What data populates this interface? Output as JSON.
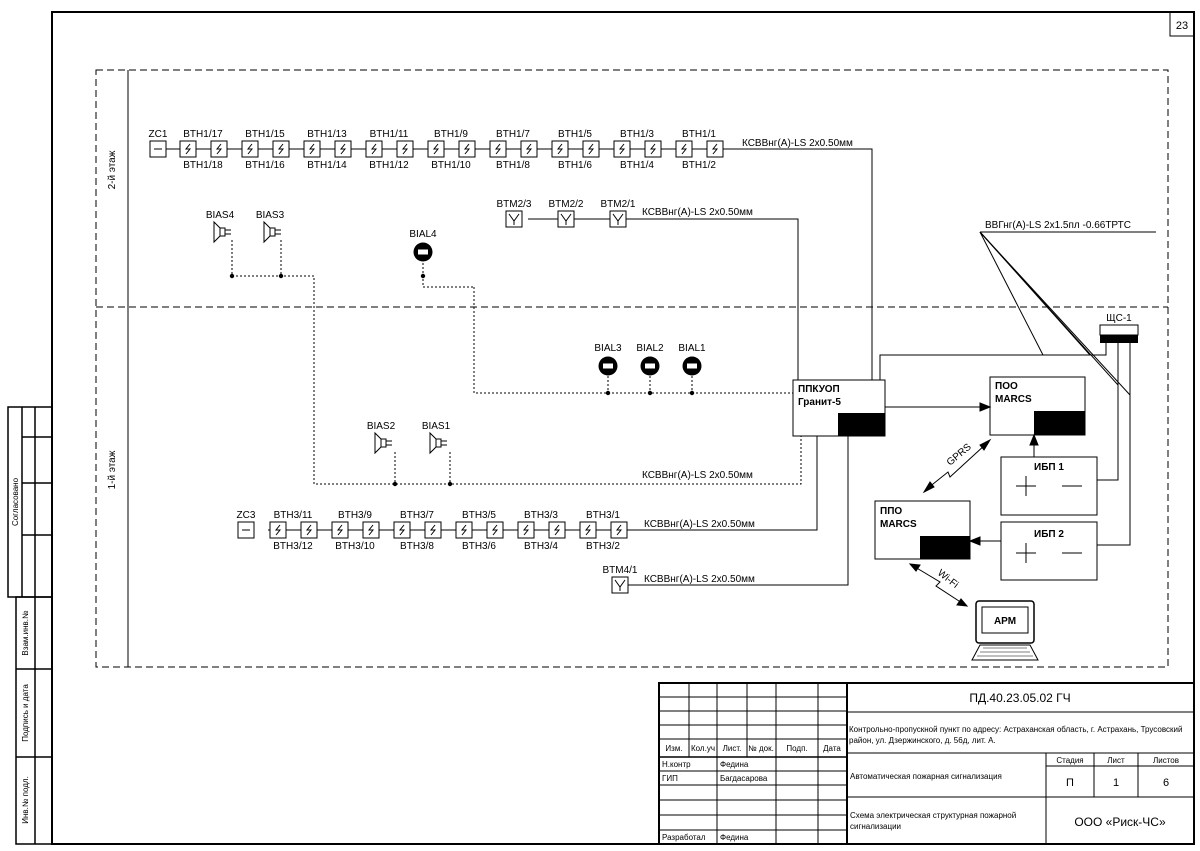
{
  "sheet_number": "23",
  "side_stamp": {
    "agreed": "Согласовано",
    "inv_replaced": "Взам.инв.№",
    "sign_date": "Подпись и дата",
    "inv_orig": "Инв.№ подл."
  },
  "floors": {
    "floor2": "2-й этаж",
    "floor1": "1-й этаж"
  },
  "devices": {
    "zc1": "ZC1",
    "zc3": "ZC3",
    "bth1_top": [
      "BTH1/17",
      "BTH1/15",
      "BTH1/13",
      "BTH1/11",
      "BTH1/9",
      "BTH1/7",
      "BTH1/5",
      "BTH1/3",
      "BTH1/1"
    ],
    "bth1_bottom": [
      "BTH1/18",
      "BTH1/16",
      "BTH1/14",
      "BTH1/12",
      "BTH1/10",
      "BTH1/8",
      "BTH1/6",
      "BTH1/4",
      "BTH1/2"
    ],
    "btm2": [
      "BTM2/3",
      "BTM2/2",
      "BTM2/1"
    ],
    "bias_top": [
      "BIAS4",
      "BIAS3"
    ],
    "bial4": "BIAL4",
    "bial_row": [
      "BIAL3",
      "BIAL2",
      "BIAL1"
    ],
    "bias_bottom": [
      "BIAS2",
      "BIAS1"
    ],
    "bth3_top": [
      "BTH3/11",
      "BTH3/9",
      "BTH3/7",
      "BTH3/5",
      "BTH3/3",
      "BTH3/1"
    ],
    "bth3_bottom": [
      "BTH3/12",
      "BTH3/10",
      "BTH3/8",
      "BTH3/6",
      "BTH3/4",
      "BTH3/2"
    ],
    "btm4": "BTM4/1"
  },
  "cables": {
    "signal": "КСВВнг(А)-LS 2х0.50мм",
    "power": "ВВГнг(А)-LS 2х1.5пл -0.66ТРТС"
  },
  "equipment": {
    "ppkuop_line1": "ППКУОП",
    "ppkuop_line2": "Гранит-5",
    "poo_line1": "ПОО",
    "poo_line2": "MARCS",
    "ppo_line1": "ППО",
    "ppo_line2": "MARCS",
    "ups1": "ИБП 1",
    "ups2": "ИБП 2",
    "arm": "АРМ",
    "shs": "ЩС-1",
    "gprs": "GPRS",
    "wifi": "Wi-Fi"
  },
  "title_block": {
    "doc_code": "ПД.40.23.05.02 ГЧ",
    "object_line1": "Контрольно-пропускной пункт по адресу: Астраханская область, г. Астрахань, Трусовский",
    "object_line2": "район, ул. Дзержинского, д. 56д, лит. А.",
    "system": "Автоматическая пожарная сигнализация",
    "drawing_line1": "Схема электрическая структурная пожарной",
    "drawing_line2": "сигнализации",
    "company": "ООО «Риск-ЧС»",
    "headers": [
      "Изм.",
      "Кол.уч",
      "Лист.",
      "№ док.",
      "Подп.",
      "Дата"
    ],
    "stage_headers": [
      "Стадия",
      "Лист",
      "Листов"
    ],
    "stage_values": [
      "П",
      "1",
      "6"
    ],
    "roles": [
      "Н.контр",
      "ГИП",
      "Разработал"
    ],
    "names": [
      "Федина",
      "Багдасарова",
      "Федина"
    ]
  }
}
